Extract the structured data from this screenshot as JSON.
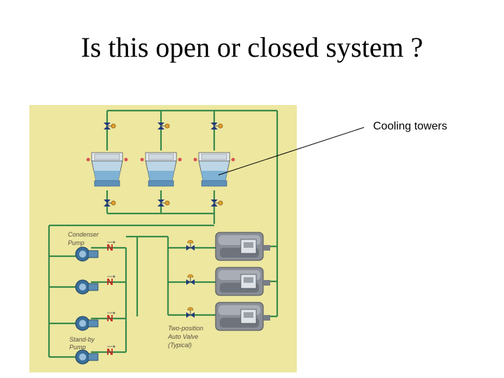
{
  "slide": {
    "title": "Is this open or closed system ?"
  },
  "callout": {
    "label": "Cooling towers"
  },
  "diagram": {
    "background_color": "#ede7a0",
    "pipe_color": "#3a8a4a",
    "labels": {
      "condenser_pump_1": "Condenser",
      "condenser_pump_2": "Pump",
      "standby_pump_1": "Stand-by",
      "standby_pump_2": "Pump",
      "valve_1": "Two-position",
      "valve_2": "Auto Valve",
      "valve_3": "(Typical)"
    },
    "icons": {
      "cooling_tower": "cooling-tower-icon",
      "chiller": "chiller-icon",
      "pump": "pump-icon",
      "butterfly_valve": "butterfly-valve-icon",
      "check_valve": "check-valve-icon",
      "auto_valve": "auto-valve-icon"
    }
  }
}
